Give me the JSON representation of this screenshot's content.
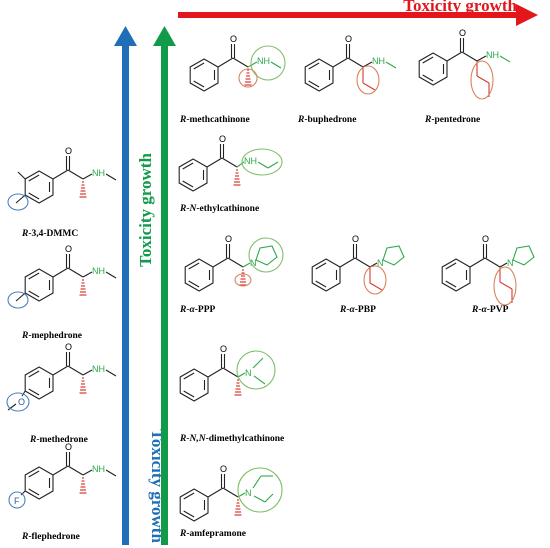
{
  "colors": {
    "red_arrow": "#e3161b",
    "blue_arrow": "#1e6fb8",
    "green_arrow": "#119a4a",
    "amine_green": "#2da84a",
    "circle_green": "#7fbf6a",
    "circle_orange": "#d9825f",
    "circle_blue": "#4a7fc1",
    "stereo_red": "#d8392b",
    "fluorine": "#2c5aa0",
    "oxygen_blue": "#2c5aa0"
  },
  "arrows": {
    "horizontal_label": "Toxicity growth",
    "green_label": "Toxicity growth",
    "blue_label": "Toxicity growth"
  },
  "atoms": {
    "oxygen": "O",
    "nitrogen": "N",
    "amine": "NH",
    "fluorine": "F"
  },
  "compounds": [
    {
      "id": "methcathinone",
      "prefix": "R",
      "suffix": "-methcathinone"
    },
    {
      "id": "buphedrone",
      "prefix": "R",
      "suffix": "-buphedrone"
    },
    {
      "id": "pentedrone",
      "prefix": "R",
      "suffix": "-pentedrone"
    },
    {
      "id": "n-ethylcathinone",
      "prefix": "R-N",
      "suffix": "-ethylcathinone"
    },
    {
      "id": "a-ppp",
      "prefix": "R-α",
      "suffix": "-PPP"
    },
    {
      "id": "a-pbp",
      "prefix": "R-α",
      "suffix": "-PBP"
    },
    {
      "id": "a-pvp",
      "prefix": "R-α",
      "suffix": "-PVP"
    },
    {
      "id": "nn-dimethylcathinone",
      "prefix": "R-N,N",
      "suffix": "-dimethylcathinone"
    },
    {
      "id": "amfepramone",
      "prefix": "R",
      "suffix": "-amfepramone"
    },
    {
      "id": "34-dmmc",
      "prefix": "R",
      "suffix": "-3,4-DMMC"
    },
    {
      "id": "mephedrone",
      "prefix": "R",
      "suffix": "-mephedrone"
    },
    {
      "id": "methedrone",
      "prefix": "R",
      "suffix": "-methedrone"
    },
    {
      "id": "flephedrone",
      "prefix": "R",
      "suffix": "-flephedrone"
    }
  ]
}
